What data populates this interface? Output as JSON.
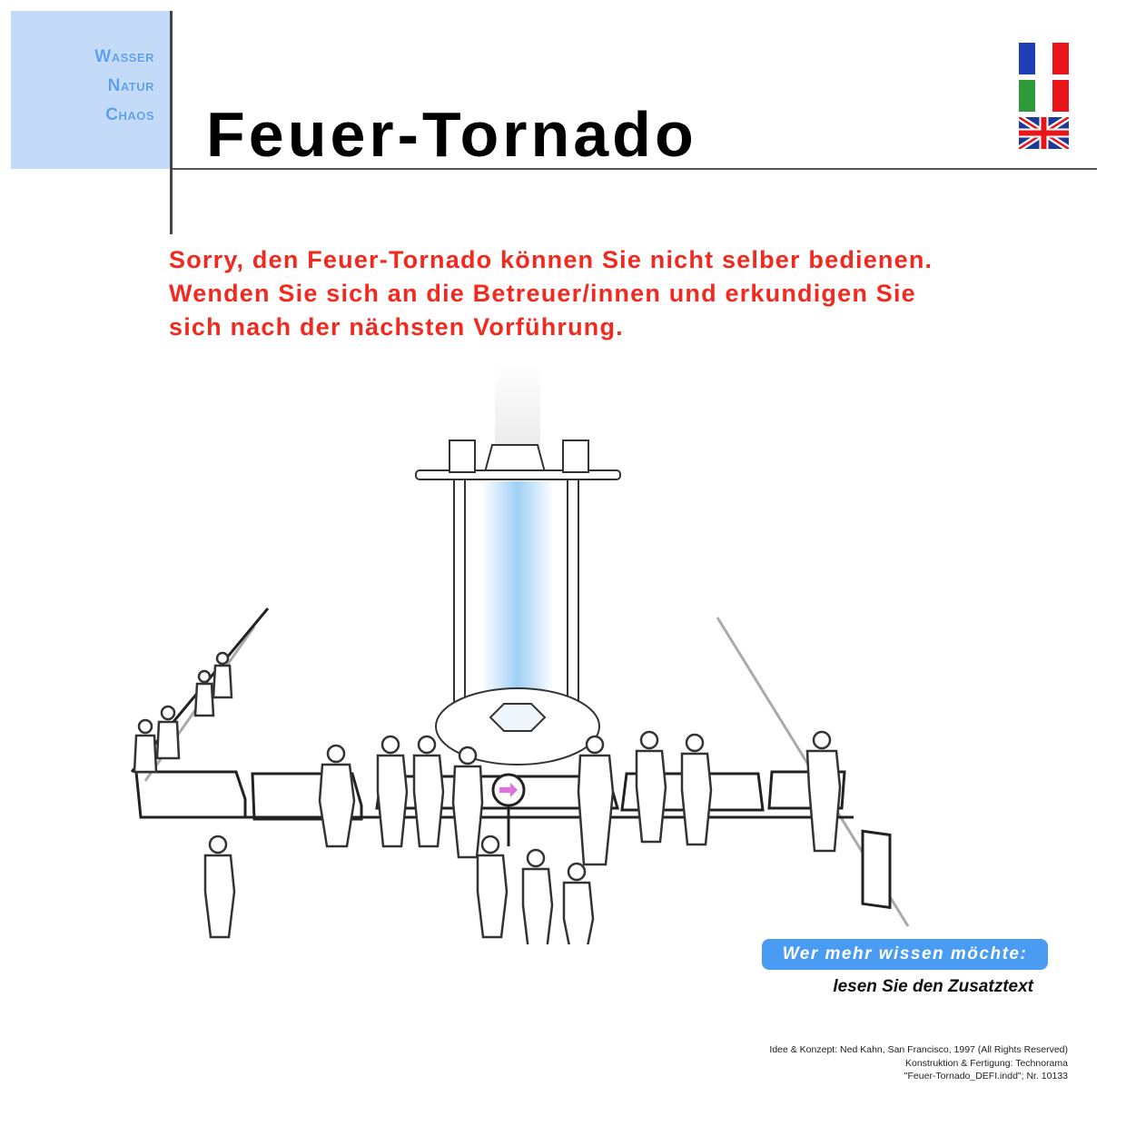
{
  "category": {
    "lines": [
      "Wasser",
      "Natur",
      "Chaos"
    ],
    "color": "#5a9ef0",
    "background": "#c4daf9"
  },
  "title": "Feuer-Tornado",
  "languages": [
    {
      "name": "french-flag"
    },
    {
      "name": "italian-flag"
    },
    {
      "name": "uk-flag"
    }
  ],
  "notice": {
    "lines": [
      "Sorry, den Feuer-Tornado können Sie nicht selber bedienen.",
      "Wenden Sie sich an die Betreuer/innen und erkundigen Sie",
      "sich nach der nächsten Vorführung."
    ],
    "color": "#f2291f"
  },
  "more": {
    "button": "Wer mehr wissen möchte:",
    "subtitle": "lesen Sie den Zusatztext",
    "color": "#4a9bf2"
  },
  "credits": [
    "Idee & Konzept: Ned Kahn, San Francisco, 1997 (All Rights Reserved)",
    "Konstruktion & Fertigung: Technorama",
    "\"Feuer-Tornado_DEFI.indd\"; Nr. 10133"
  ]
}
